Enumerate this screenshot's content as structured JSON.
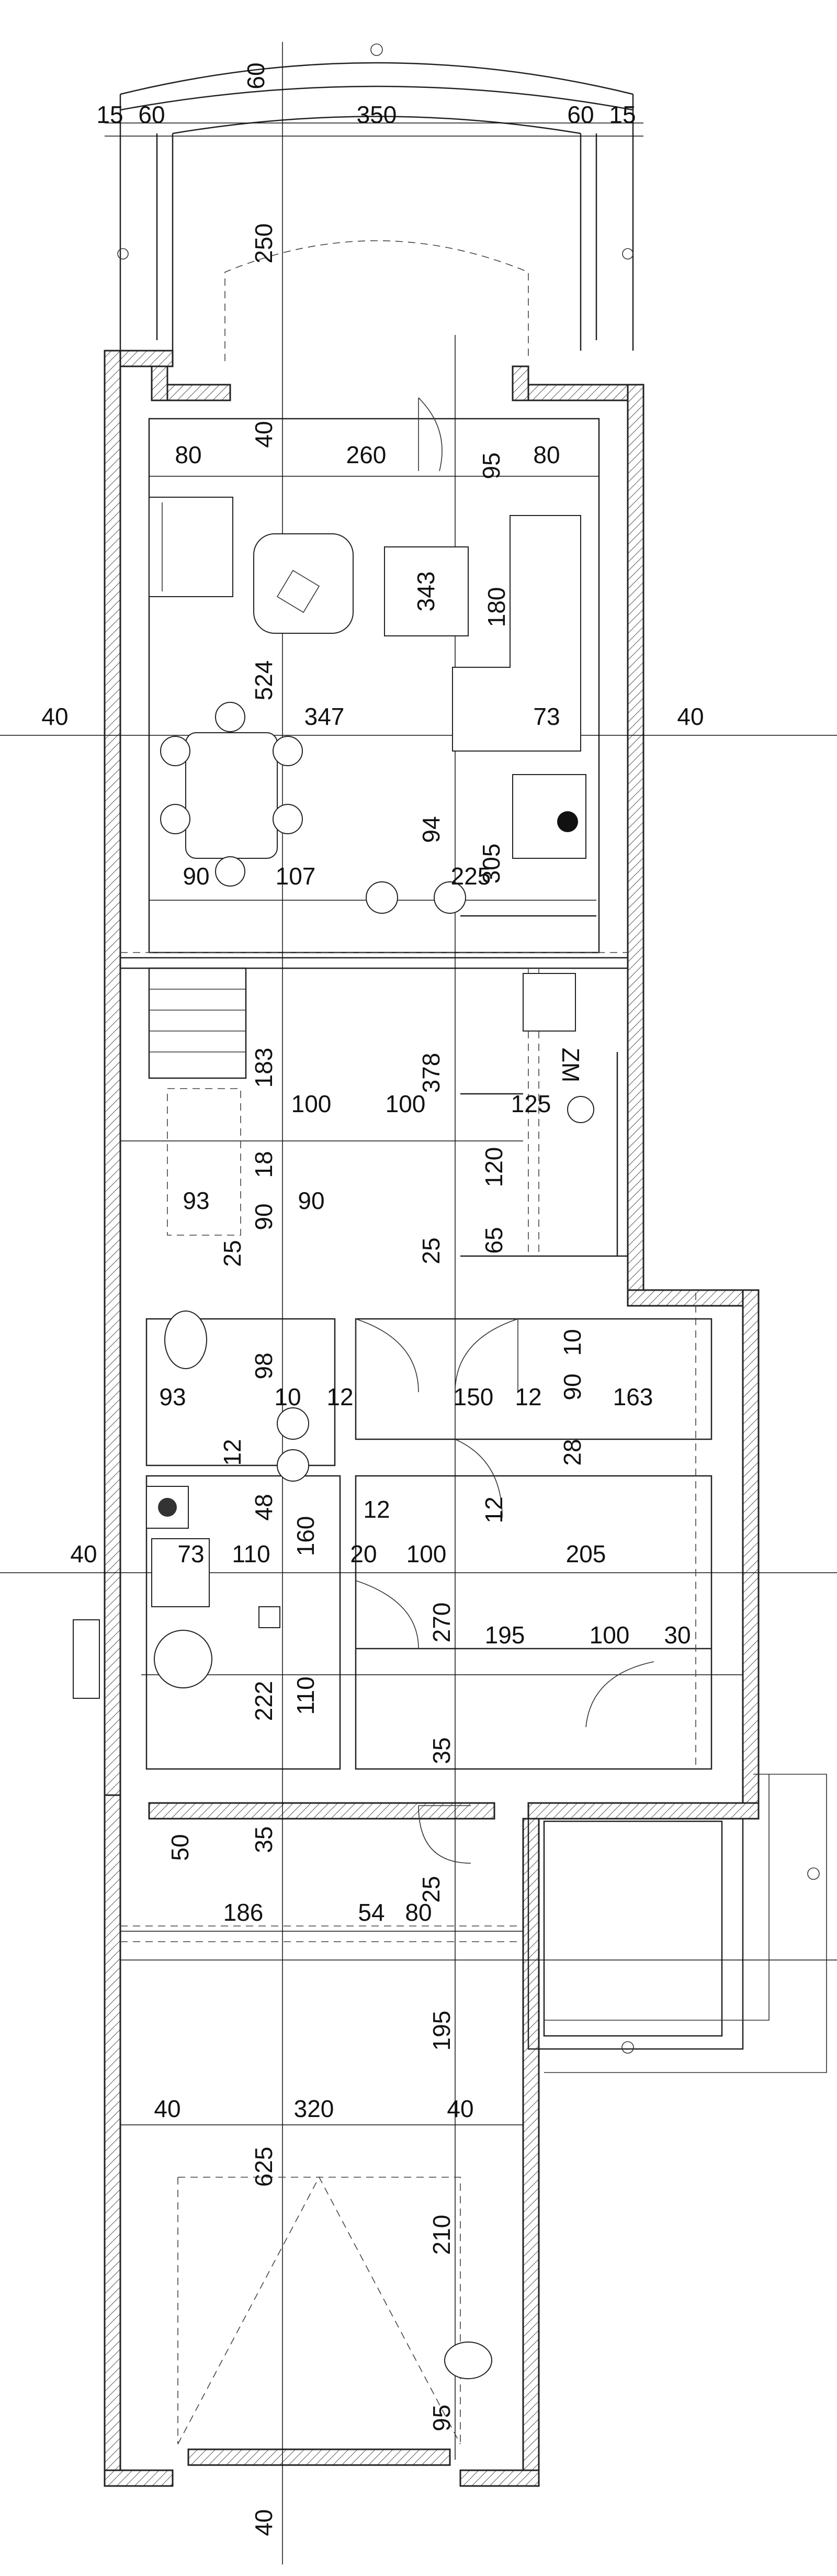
{
  "dimensions": {
    "top": [
      "15",
      "60",
      "60",
      "350",
      "60",
      "15"
    ],
    "canopy_depth": "250",
    "living": [
      "40",
      "80",
      "260",
      "95",
      "80",
      "524",
      "347",
      "343",
      "180",
      "73",
      "40",
      "40",
      "94",
      "90",
      "107",
      "225",
      "305"
    ],
    "middle": [
      "183",
      "100",
      "100",
      "378",
      "125",
      "120",
      "18",
      "93",
      "90",
      "90",
      "25",
      "25",
      "65"
    ],
    "bath": [
      "10",
      "93",
      "98",
      "10",
      "12",
      "150",
      "12",
      "90",
      "163",
      "28",
      "12",
      "12",
      "48"
    ],
    "utility": [
      "40",
      "73",
      "110",
      "160",
      "20",
      "100",
      "12",
      "205",
      "270",
      "195",
      "100",
      "30",
      "222",
      "110",
      "35"
    ],
    "garage": [
      "50",
      "35",
      "186",
      "54",
      "80",
      "25",
      "195",
      "40",
      "320",
      "40",
      "625",
      "210",
      "95",
      "40"
    ]
  },
  "labels": {
    "appliance": "ZM"
  }
}
